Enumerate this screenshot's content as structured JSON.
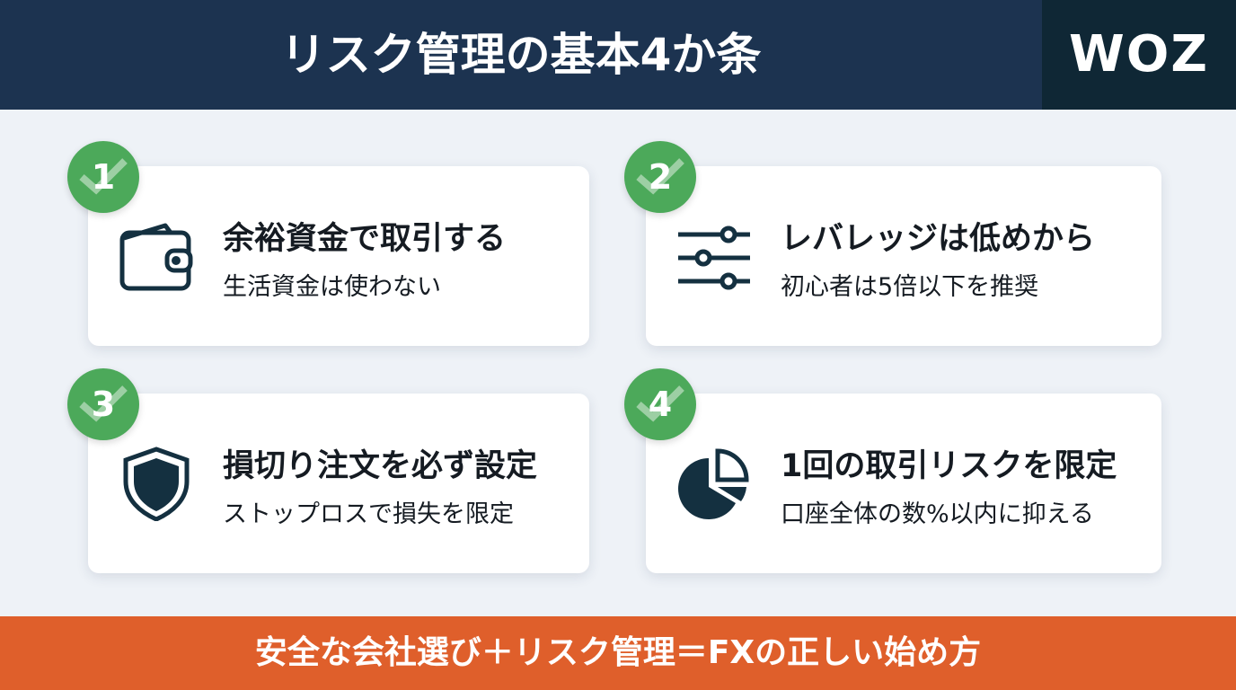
{
  "header": {
    "title": "リスク管理の基本4か条",
    "logo": "WOZ"
  },
  "cards": [
    {
      "number": "1",
      "title": "余裕資金で取引する",
      "subtitle": "生活資金は使わない",
      "icon": "wallet-icon"
    },
    {
      "number": "2",
      "title": "レバレッジは低めから",
      "subtitle": "初心者は5倍以下を推奨",
      "icon": "sliders-icon"
    },
    {
      "number": "3",
      "title": "損切り注文を必ず設定",
      "subtitle": "ストップロスで損失を限定",
      "icon": "shield-icon"
    },
    {
      "number": "4",
      "title": "1回の取引リスクを限定",
      "subtitle": "口座全体の数%以内に抑える",
      "icon": "pie-chart-icon"
    }
  ],
  "footer": {
    "text": "安全な会社選び＋リスク管理＝FXの正しい始め方"
  },
  "colors": {
    "header": "#1c3350",
    "badge": "#4ca95a",
    "footer": "#df5f2b",
    "icon": "#143040"
  }
}
